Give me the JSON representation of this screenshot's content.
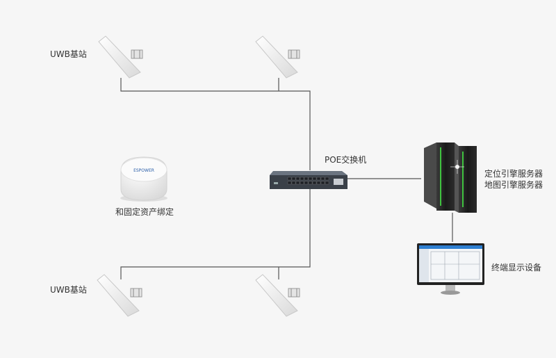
{
  "labels": {
    "uwb_top": "UWB基站",
    "uwb_bottom": "UWB基站",
    "poe_switch": "POE交换机",
    "asset_tag": "和固定资产绑定",
    "server_line1": "定位引擎服务器",
    "server_line2": "地图引擎服务器",
    "terminal": "终端显示设备",
    "tag_brand": "ESPOWER"
  },
  "colors": {
    "background": "#f6f6f6",
    "line": "#555555",
    "server_accent": "#3fc23f",
    "screen_bar": "#2e7fd1"
  }
}
